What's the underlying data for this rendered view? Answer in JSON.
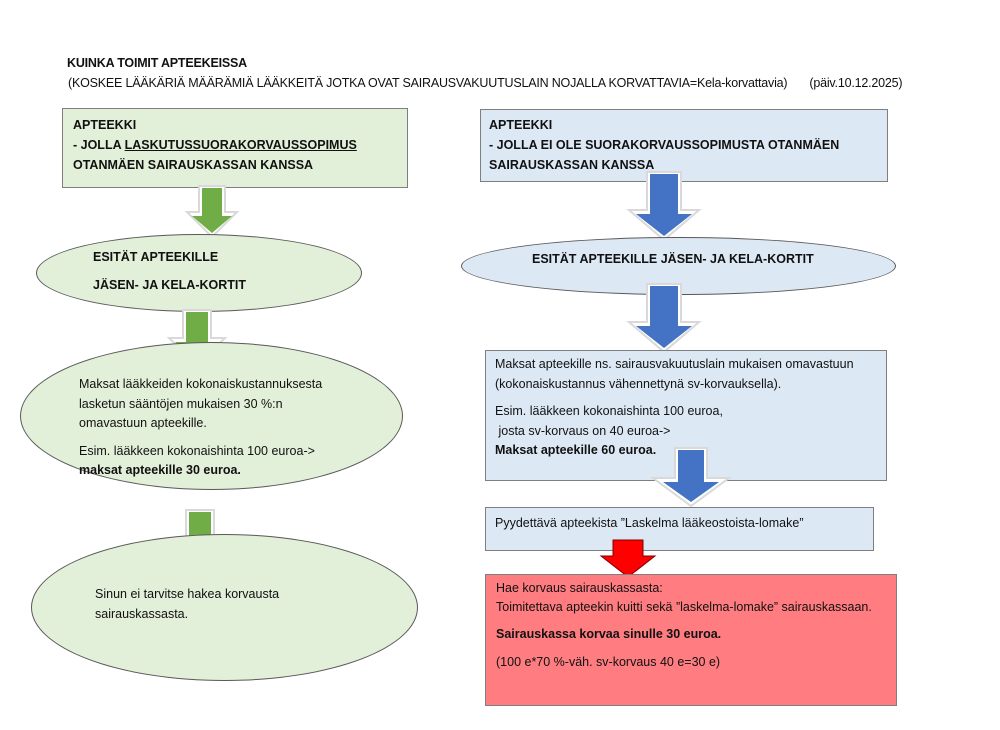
{
  "header": {
    "title": "KUINKA TOIMIT APTEEKEISSA",
    "subtitle": "(KOSKEE LÄÄKÄRIÄ MÄÄRÄMIÄ LÄÄKKEITÄ JOTKA OVAT SAIRAUSVAKUUTUSLAIN NOJALLA KORVATTAVIA=Kela-korvattavia)",
    "date": "(päiv.10.12.2025)"
  },
  "colors": {
    "green_fill": "#e2efd9",
    "green_arrow": "#70ad47",
    "blue_fill": "#dde8f5",
    "blue_arrow": "#4472c4",
    "red_fill": "#ff7c80",
    "red_arrow": "#ff0000"
  },
  "left_flow": {
    "box1": {
      "line1": "APTEEKKI",
      "line2_prefix": "- JOLLA ",
      "line2_underlined": "LASKUTUSSUORAKORVAUSSOPIMUS",
      "line3": "OTANMÄEN SAIRAUSKASSAN KANSSA"
    },
    "ellipse1": {
      "line1": "ESITÄT APTEEKILLE",
      "line2": "JÄSEN- JA KELA-KORTIT"
    },
    "ellipse2": {
      "para1_line1": "Maksat lääkkeiden kokonaiskustannuksesta",
      "para1_line2": "lasketun sääntöjen mukaisen 30 %:n",
      "para1_line3": "omavastuun apteekille.",
      "para2_line1": "Esim. lääkkeen kokonaishinta 100 euroa->",
      "para2_line2_bold": "maksat apteekille 30 euroa."
    },
    "ellipse3": {
      "line1": "Sinun ei tarvitse hakea korvausta",
      "line2": "sairauskassasta."
    }
  },
  "right_flow": {
    "box1": {
      "line1": "APTEEKKI",
      "line2": "- JOLLA EI OLE SUORAKORVAUSSOPIMUSTA OTANMÄEN",
      "line3": "SAIRAUSKASSAN KANSSA"
    },
    "ellipse1": {
      "line1": "ESITÄT APTEEKILLE JÄSEN- JA KELA-KORTIT"
    },
    "box2": {
      "para1_line1": "Maksat apteekille ns. sairausvakuutuslain mukaisen omavastuun",
      "para1_line2": "(kokonaiskustannus vähennettynä sv-korvauksella).",
      "para2_line1": "Esim. lääkkeen kokonaishinta 100 euroa,",
      "para2_line2": " josta sv-korvaus on 40 euroa->",
      "para2_line3_bold": "Maksat apteekille 60 euroa."
    },
    "box3": {
      "line1": "Pyydettävä apteekista ”Laskelma lääkeostoista-lomake”"
    },
    "box4": {
      "line1": "Hae korvaus sairauskassasta:",
      "line2": "Toimitettava apteekin kuitti sekä ”laskelma-lomake” sairauskassaan.",
      "line3_bold": "Sairauskassa korvaa sinulle 30 euroa.",
      "line4": "(100 e*70 %-väh. sv-korvaus 40 e=30 e)"
    }
  }
}
